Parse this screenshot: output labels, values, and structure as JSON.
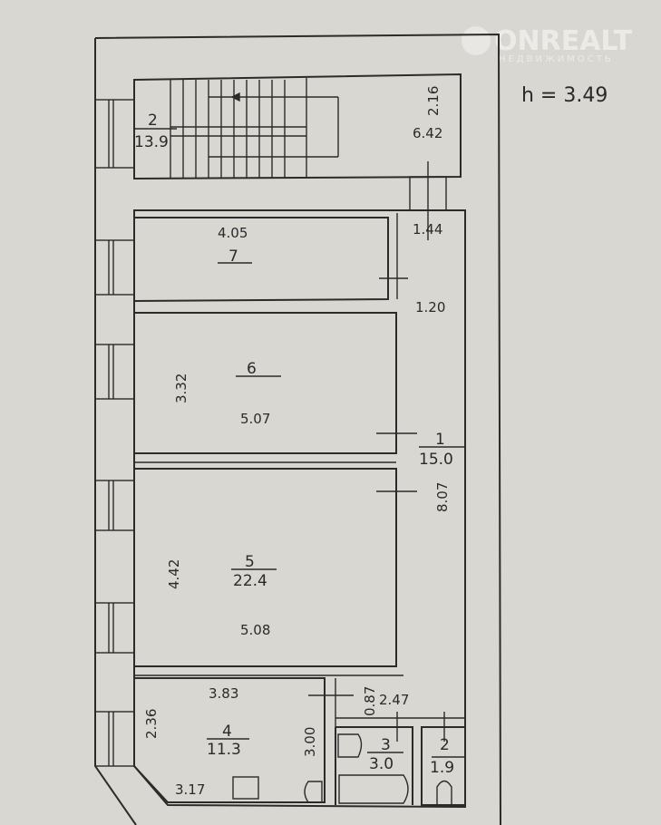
{
  "watermark": {
    "brand": "ONREALT",
    "subtitle": "НЕДВИЖИМОСТЬ"
  },
  "ceiling_height": "h  =  3.49",
  "rooms": {
    "stair": {
      "number": "2",
      "area": "13.9",
      "dim_a": "2.16",
      "dim_b": "6.42"
    },
    "r7": {
      "number": "7",
      "dim": "4.05"
    },
    "r6": {
      "number": "6",
      "dim_h": "3.32",
      "dim_w": "5.07"
    },
    "corridor": {
      "number": "1",
      "area": "15.0",
      "dim_len": "8.07",
      "dim_top": "1.44",
      "dim_w": "1.20"
    },
    "r5": {
      "number": "5",
      "area": "22.4",
      "dim_h": "4.42",
      "dim_w": "5.08"
    },
    "r4": {
      "number": "4",
      "area": "11.3",
      "dim_top": "3.83",
      "dim_left": "2.36",
      "dim_right": "3.00",
      "dim_bottom": "3.17"
    },
    "hall": {
      "dim_a": "0.87",
      "dim_b": "2.47"
    },
    "bath": {
      "number": "3",
      "area": "3.0"
    },
    "wc": {
      "number": "2",
      "area": "1.9"
    }
  }
}
